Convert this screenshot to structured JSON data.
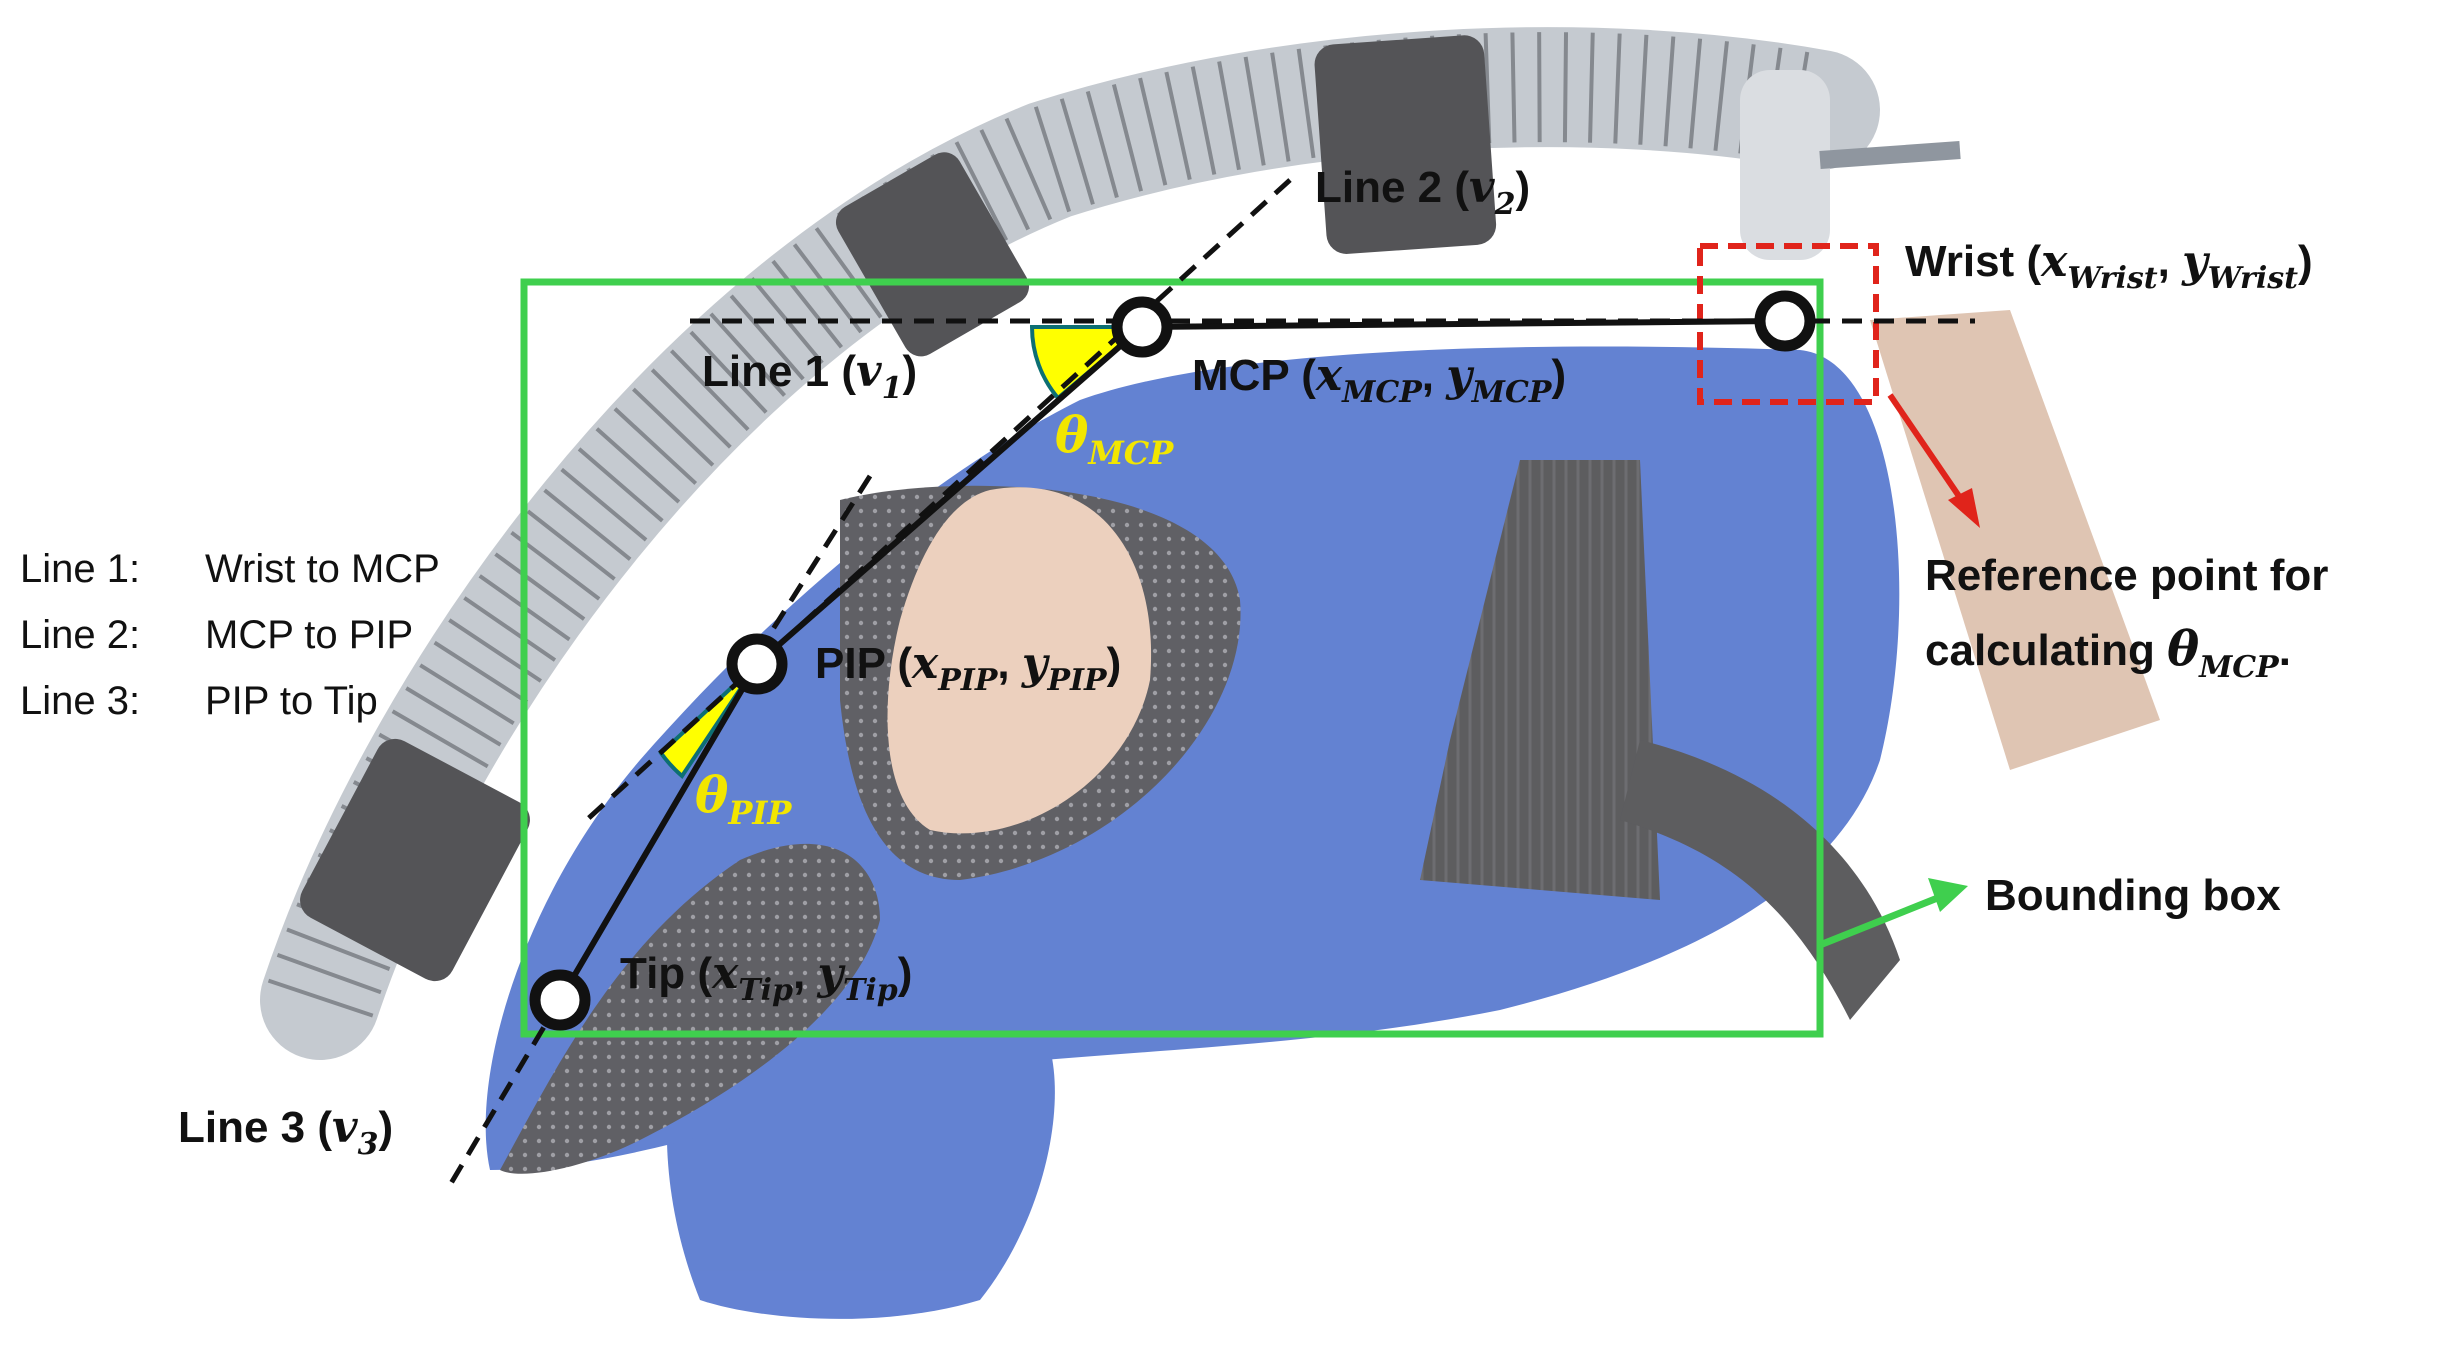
{
  "legend": [
    {
      "key": "Line 1:",
      "value": "Wrist to MCP"
    },
    {
      "key": "Line 2:",
      "value": "MCP to PIP"
    },
    {
      "key": "Line 3:",
      "value": "PIP to Tip"
    }
  ],
  "lines": {
    "line1": {
      "name": "Line 1",
      "var": "v",
      "sub": "1"
    },
    "line2": {
      "name": "Line 2",
      "var": "v",
      "sub": "2"
    },
    "line3": {
      "name": "Line 3",
      "var": "v",
      "sub": "3"
    }
  },
  "joints": {
    "wrist": {
      "name": "Wrist",
      "x_sub": "Wrist",
      "y_sub": "Wrist"
    },
    "mcp": {
      "name": "MCP",
      "x_sub": "MCP",
      "y_sub": "MCP"
    },
    "pip": {
      "name": "PIP",
      "x_sub": "PIP",
      "y_sub": "PIP"
    },
    "tip": {
      "name": "Tip",
      "x_sub": "Tip",
      "y_sub": "Tip"
    }
  },
  "angles": {
    "mcp": {
      "symbol": "θ",
      "sub": "MCP"
    },
    "pip": {
      "symbol": "θ",
      "sub": "PIP"
    }
  },
  "reference": {
    "line1": "Reference point for",
    "line2_prefix": "calculating",
    "symbol": "θ",
    "sub": "MCP",
    "suffix": "."
  },
  "bounding_box_label": "Bounding box",
  "colors": {
    "bounding_box": "#3fcf4e",
    "reference_box": "#e0241b",
    "angle_fill": "#ffff00",
    "glove_blue": "#4267c9",
    "tube_gray": "#b9bfc6"
  }
}
